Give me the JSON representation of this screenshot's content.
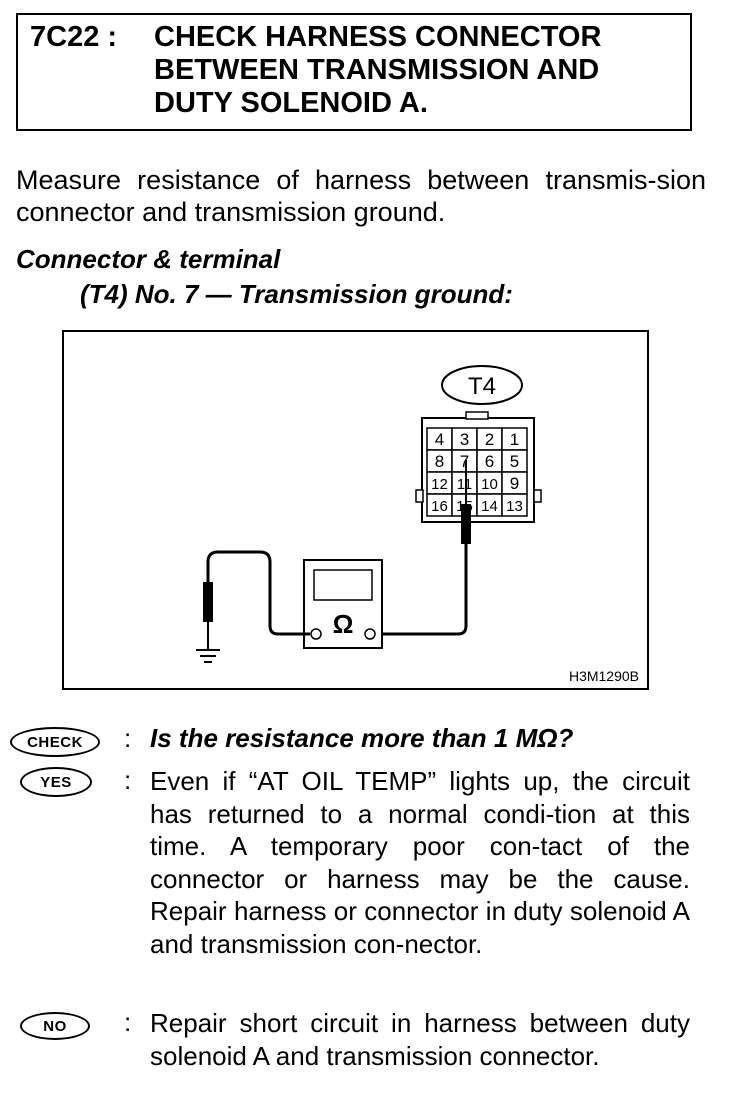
{
  "step": {
    "code": "7C22 :",
    "title_lines": [
      "CHECK HARNESS CONNECTOR",
      "BETWEEN TRANSMISSION AND",
      "DUTY SOLENOID A."
    ]
  },
  "intro": "Measure resistance of harness between transmis-sion connector and transmission ground.",
  "connector_heading": "Connector & terminal",
  "connector_spec": "(T4) No. 7 — Transmission ground:",
  "figure": {
    "connector_label": "T4",
    "terminals": [
      [
        "4",
        "3",
        "2",
        "1"
      ],
      [
        "8",
        "7",
        "6",
        "5"
      ],
      [
        "12",
        "11",
        "10",
        "9"
      ],
      [
        "16",
        "15",
        "14",
        "13"
      ]
    ],
    "meter_symbol": "Ω",
    "figure_id": "H3M1290B"
  },
  "check": {
    "badge": "CHECK",
    "question": "Is the resistance more than 1 MΩ?"
  },
  "yes": {
    "badge": "YES",
    "text": "Even if “AT OIL TEMP” lights up, the circuit has returned to a normal condi-tion at this time. A temporary poor con-tact of the connector or harness may be the cause. Repair harness or connector in duty solenoid A and transmission con-nector."
  },
  "no": {
    "badge": "NO",
    "text": "Repair short circuit in harness between duty solenoid A and transmission connector."
  }
}
